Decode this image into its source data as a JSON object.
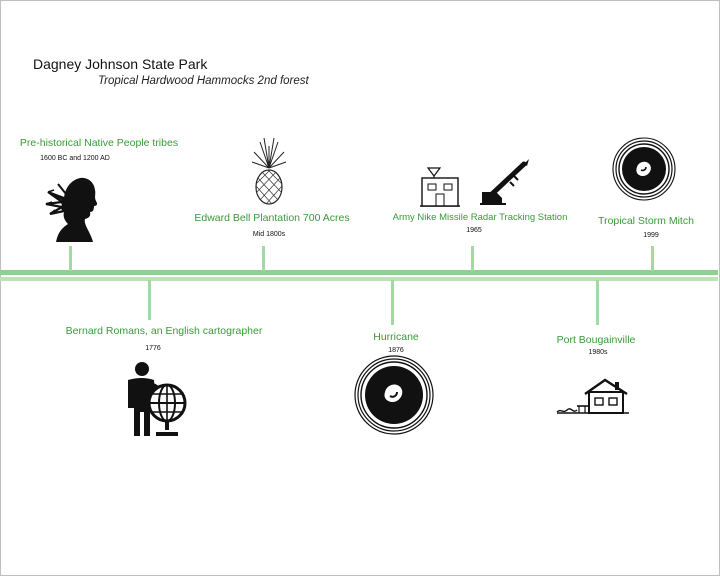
{
  "header": {
    "title": "Dagney Johnson State Park",
    "subtitle": "Tropical Hardwood Hammocks 2nd forest"
  },
  "colors": {
    "axis": "#8fd08f",
    "label": "#3a9a3a",
    "text": "#111111"
  },
  "events": [
    {
      "label": "Pre-historical Native People tribes",
      "date": "1600 BC and 1200 AD",
      "icon": "native-profile-icon",
      "side": "above"
    },
    {
      "label": "Bernard Romans, an English cartographer",
      "date": "1776",
      "icon": "cartographer-globe-icon",
      "side": "below"
    },
    {
      "label": "Edward Bell Plantation 700 Acres",
      "date": "Mid 1800s",
      "icon": "pineapple-icon",
      "side": "above"
    },
    {
      "label": "Hurricane",
      "date": "1876",
      "icon": "hurricane-icon",
      "side": "below"
    },
    {
      "label": "Army Nike Missile Radar Tracking Station",
      "date": "1965",
      "icon": "missile-station-icon",
      "side": "above"
    },
    {
      "label": "Port Bougainville",
      "date": "1980s",
      "icon": "house-icon",
      "side": "below"
    },
    {
      "label": "Tropical Storm Mitch",
      "date": "1999",
      "icon": "storm-icon",
      "side": "above"
    }
  ]
}
